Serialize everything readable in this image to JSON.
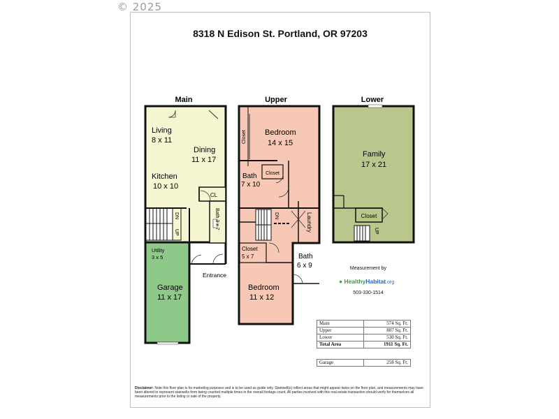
{
  "copyright": "© 2025",
  "title": "8318 N Edison St. Portland, OR 97203",
  "levels": {
    "main": "Main",
    "upper": "Upper",
    "lower": "Lower"
  },
  "rooms": {
    "living": [
      "Living",
      "8 x 11"
    ],
    "dining": [
      "Dining",
      "11 x 17"
    ],
    "kitchen": [
      "Kitchen",
      "10 x 10"
    ],
    "cl": "CL",
    "bath_main": "Bath 3 x 7",
    "dn": "DN",
    "up": "UP",
    "utility": [
      "Utility",
      "3 x 5"
    ],
    "garage": [
      "Garage",
      "11 x 17"
    ],
    "entrance": "Entrance",
    "bedroom1": [
      "Bedroom",
      "14 x 15"
    ],
    "closet_vert": "Closet",
    "bath_upper": [
      "Bath",
      "7 x 10"
    ],
    "closet": "Closet",
    "laundry": "Laundry",
    "closet2": [
      "Closet",
      "5 x 7"
    ],
    "bath2": [
      "Bath",
      "6 x 9"
    ],
    "bedroom2": [
      "Bedroom",
      "11 x 12"
    ],
    "family": [
      "Family",
      "17 x 21"
    ],
    "closet_lower": "Closet"
  },
  "colors": {
    "main_fill": "#f5f5d2",
    "garage_fill": "#8ec98a",
    "upper_fill": "#f7c8b5",
    "lower_fill": "#b9c78d",
    "wall": "#111111"
  },
  "measurement": {
    "label": "Measurement by",
    "brand_a": "Healthy",
    "brand_b": "Habitat",
    "brand_c": ".org",
    "phone": "503-330-1514"
  },
  "areas": [
    {
      "name": "Main",
      "value": "574 Sq. Ft."
    },
    {
      "name": "Upper",
      "value": "807 Sq. Ft."
    },
    {
      "name": "Lower",
      "value": "530 Sq. Ft."
    },
    {
      "name": "Total Area",
      "value": "1911 Sq. Ft."
    }
  ],
  "garage_area": {
    "name": "Garage",
    "value": "258 Sq. Ft."
  },
  "disclaimer_label": "Disclaimer:",
  "disclaimer_text": "Note this floor plan is for marketing purposes and is to be used as guide only. Stairwell(s) reflect areas that might appear twice on the floor plan, and measurements may have been altered to represent stairwells from being counted multiple times in the overall footage count. All parties involved with this real estate transaction should verify for themselves all measurements prior to the listing or sale of the property."
}
